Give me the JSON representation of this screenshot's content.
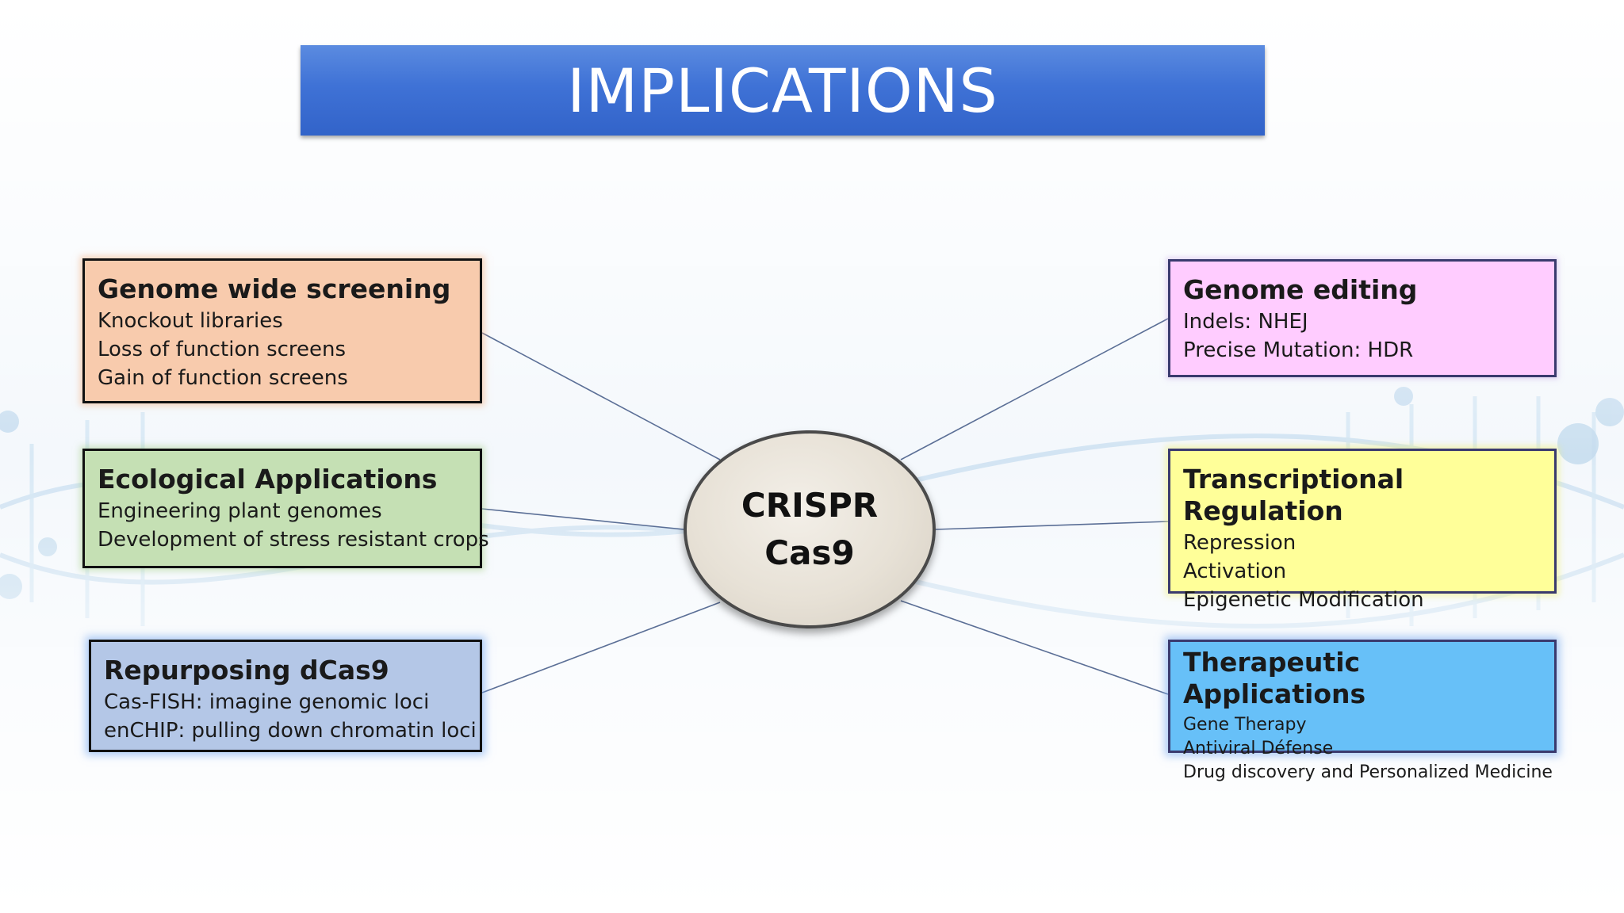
{
  "title": "IMPLICATIONS",
  "hub": {
    "line1": "CRISPR",
    "line2": "Cas9"
  },
  "nodes": {
    "genome_wide_screening": {
      "heading": "Genome wide screening",
      "items": [
        "Knockout libraries",
        "Loss of function screens",
        "Gain of function screens"
      ],
      "color": "#f8cbad"
    },
    "ecological_applications": {
      "heading": "Ecological Applications",
      "items": [
        "Engineering plant genomes",
        "Development of stress resistant crops"
      ],
      "color": "#c5e0b4"
    },
    "repurposing_dcas9": {
      "heading": "Repurposing dCas9",
      "items": [
        "Cas-FISH: imagine genomic loci",
        "enCHIP: pulling down chromatin loci"
      ],
      "color": "#b4c7e7"
    },
    "genome_editing": {
      "heading": "Genome editing",
      "items": [
        "Indels: NHEJ",
        "Precise Mutation: HDR"
      ],
      "color": "#ffccff"
    },
    "transcriptional_regulation": {
      "heading": "Transcriptional Regulation",
      "items": [
        "Repression",
        "Activation",
        "Epigenetic Modification"
      ],
      "color": "#ffff99"
    },
    "therapeutic_applications": {
      "heading": "Therapeutic Applications",
      "items": [
        "Gene Therapy",
        "Antiviral Défense",
        "Drug discovery and Personalized Medicine"
      ],
      "color": "#67c0f8"
    }
  },
  "colors": {
    "title_banner": "#3f72d6",
    "connector": "#5b6f96"
  }
}
